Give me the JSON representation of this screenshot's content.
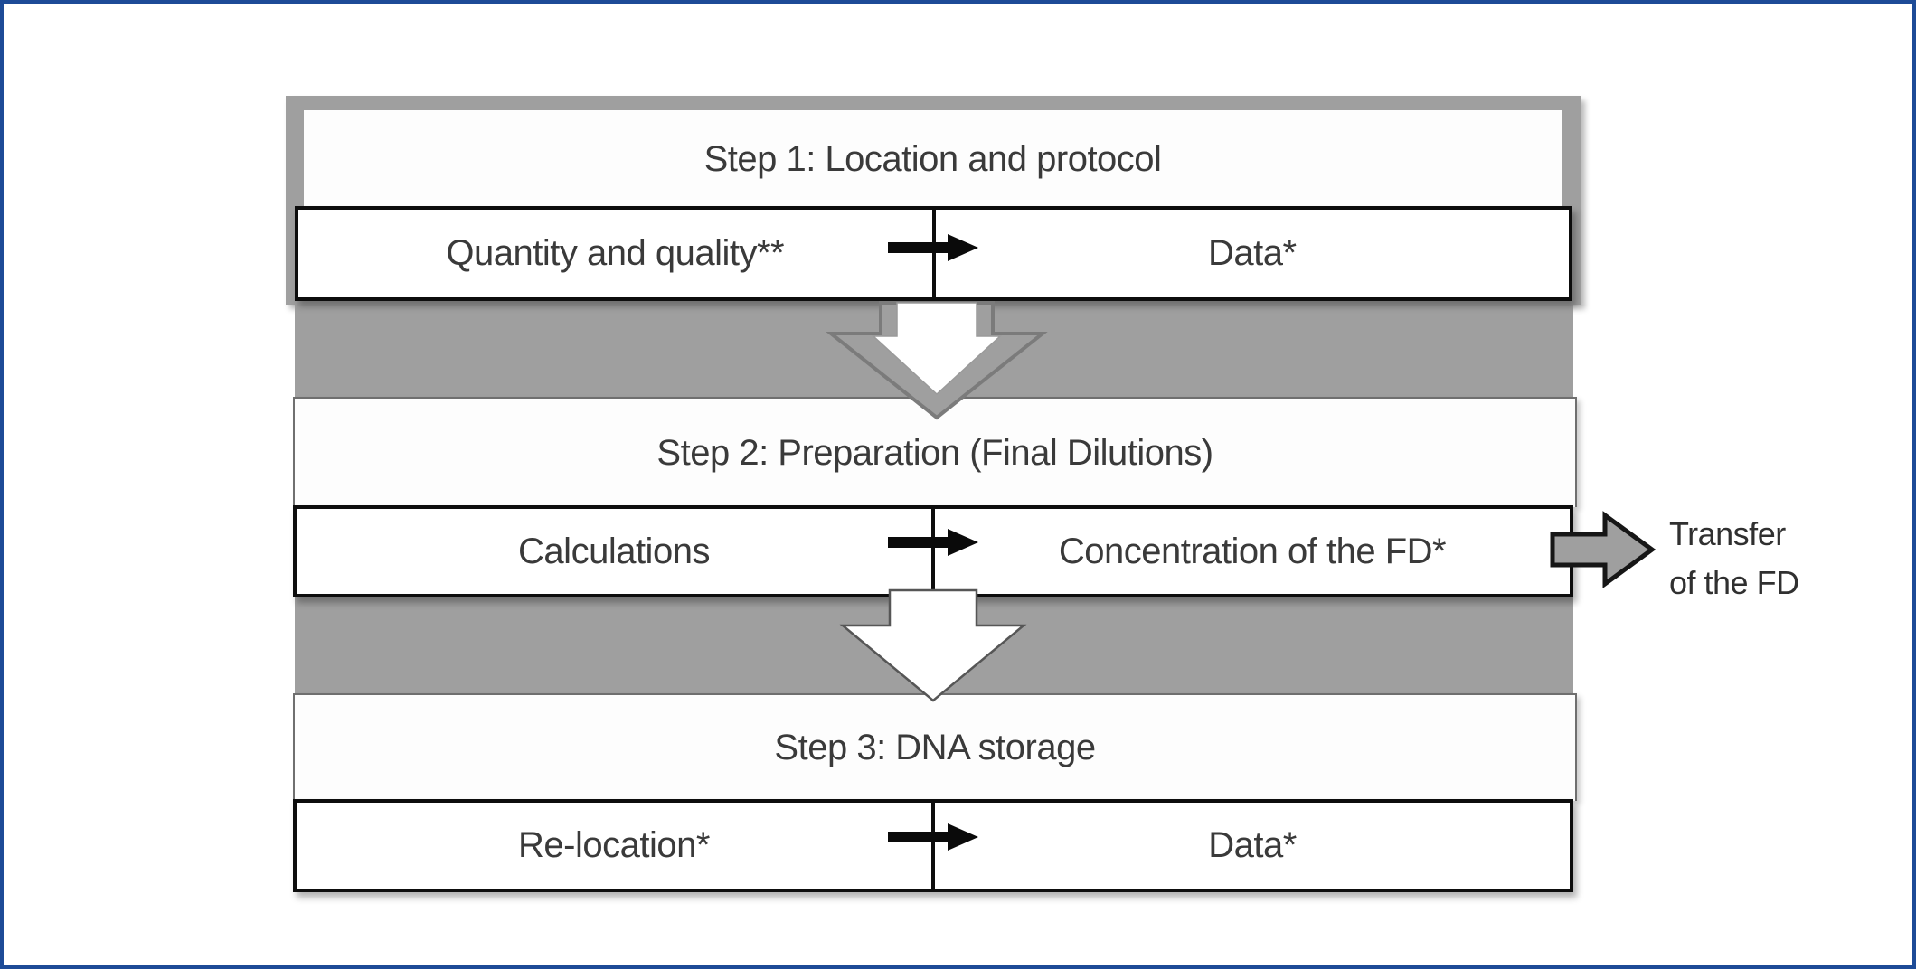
{
  "figure": {
    "steps": [
      {
        "title": "Step 1: Location and protocol",
        "left_cell": "Quantity and quality**",
        "right_cell": "Data*"
      },
      {
        "title": "Step 2: Preparation (Final Dilutions)",
        "left_cell": "Calculations",
        "right_cell": "Concentration of the FD*"
      },
      {
        "title": "Step 3: DNA storage",
        "left_cell": "Re-location*",
        "right_cell": "Data*"
      }
    ],
    "side_arrow": {
      "line1": "Transfer",
      "line2": "of the FD"
    },
    "colors": {
      "panel_border_blue": "#1d4b97",
      "band_gray": "#9f9f9f",
      "arrow_outline_gray": "#7b7b7b",
      "row_border_black": "#0d0d0d",
      "text": "#3a3a3a",
      "box_white": "#fdfdfd"
    }
  }
}
